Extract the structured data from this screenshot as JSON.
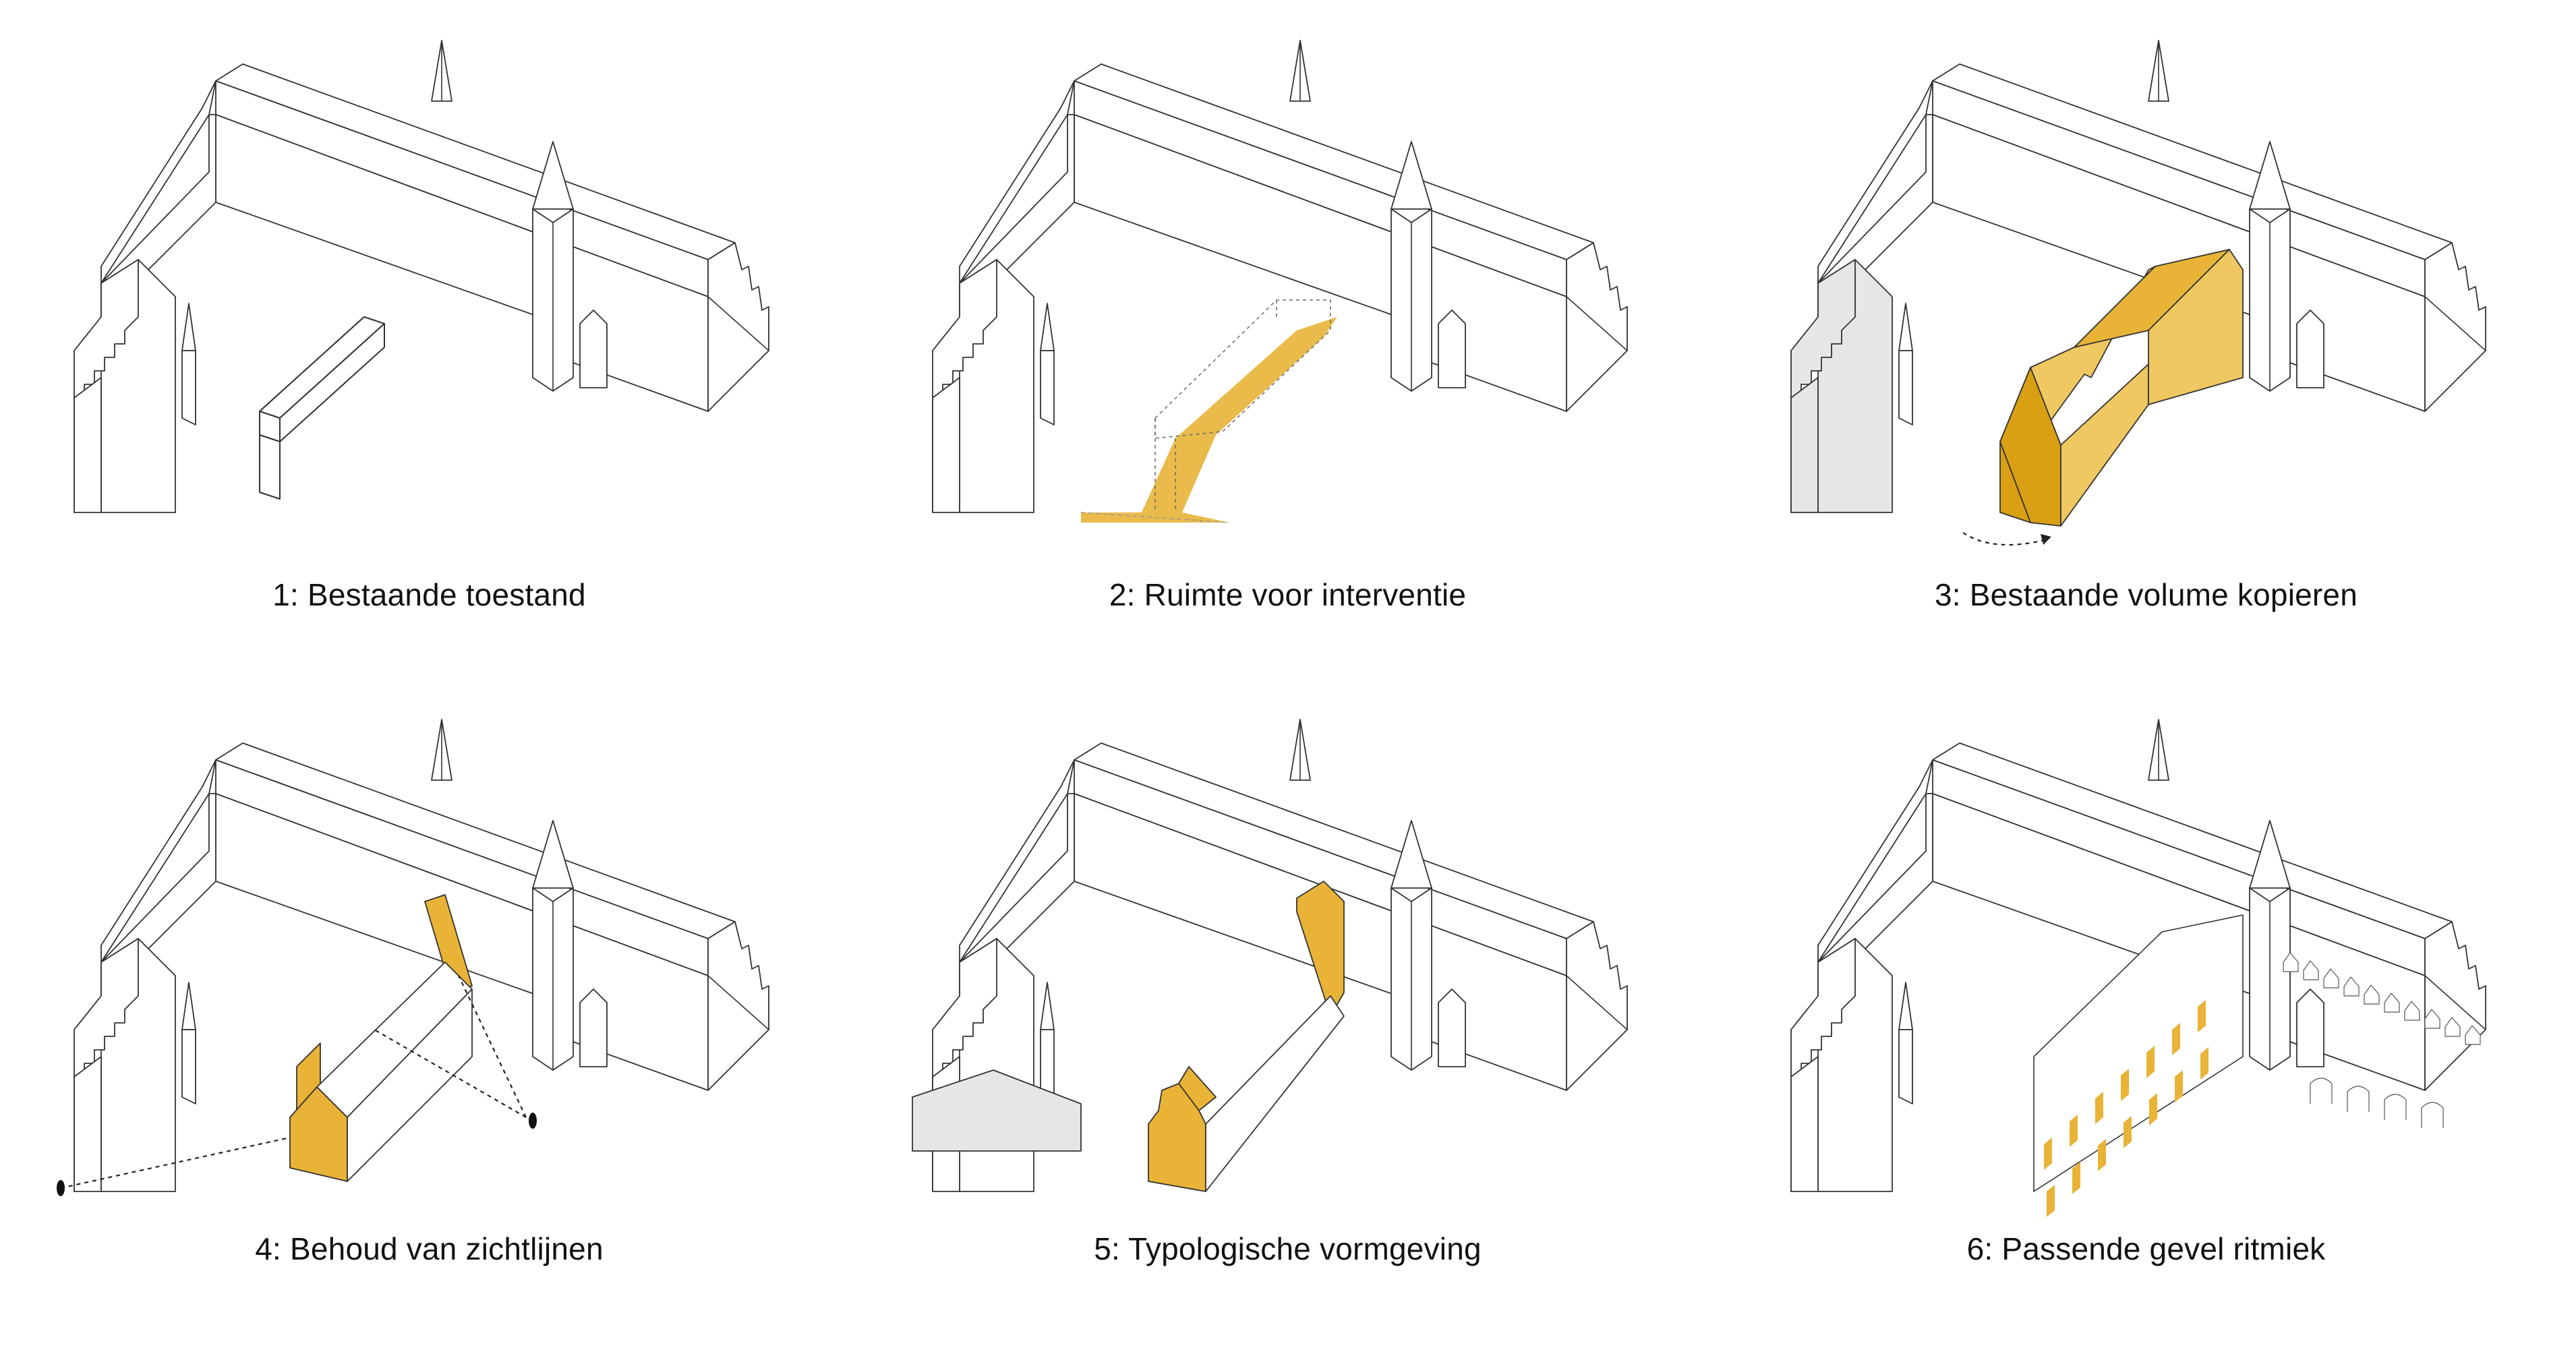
{
  "colors": {
    "line": "#333333",
    "accent": "#e8b336",
    "accent_light": "#efc861",
    "accent_dark": "#d9a014",
    "existing_grey": "#e6e6e6"
  },
  "steps": [
    {
      "number": "1",
      "caption": "1: Bestaande toestand"
    },
    {
      "number": "2",
      "caption": "2: Ruimte voor interventie"
    },
    {
      "number": "3",
      "caption": "3: Bestaande volume kopieren"
    },
    {
      "number": "4",
      "caption": "4: Behoud van zichtlijnen"
    },
    {
      "number": "5",
      "caption": "5: Typologische vormgeving"
    },
    {
      "number": "6",
      "caption": "6: Passende gevel ritmiek"
    }
  ]
}
